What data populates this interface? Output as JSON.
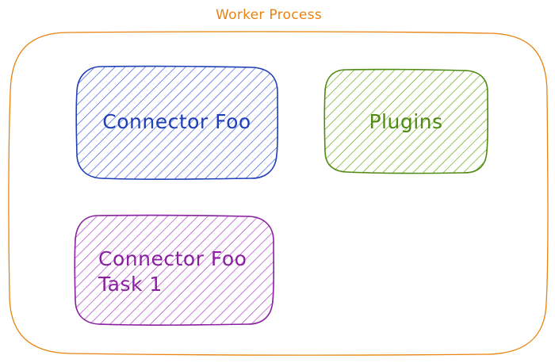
{
  "diagram": {
    "title": "Worker Process",
    "colors": {
      "process": "#e8830f",
      "connector": "#1f3fb7",
      "plugins": "#4f8a12",
      "task": "#8a1fa0"
    },
    "nodes": {
      "connector": {
        "label": "Connector Foo"
      },
      "plugins": {
        "label": "Plugins"
      },
      "task": {
        "line1": "Connector Foo",
        "line2": "Task 1"
      }
    }
  }
}
